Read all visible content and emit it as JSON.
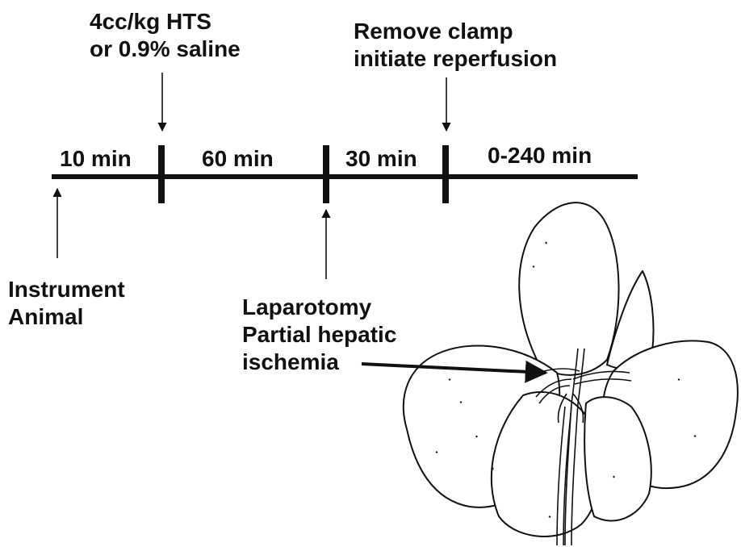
{
  "timeline": {
    "segments": [
      {
        "label": "10 min"
      },
      {
        "label": "60 min"
      },
      {
        "label": "30 min"
      },
      {
        "label": "0-240 min"
      }
    ]
  },
  "events": {
    "instrument": {
      "lines": [
        "Instrument",
        "Animal"
      ]
    },
    "treatment": {
      "lines": [
        "4cc/kg HTS",
        "or 0.9% saline"
      ]
    },
    "laparotomy": {
      "lines": [
        "Laparotomy",
        "Partial hepatic",
        "ischemia"
      ]
    },
    "reperfusion": {
      "lines": [
        "Remove clamp",
        "initiate reperfusion"
      ]
    }
  },
  "illustration": {
    "name": "liver-with-hepatic-vessels",
    "stroke_color": "#111111"
  }
}
